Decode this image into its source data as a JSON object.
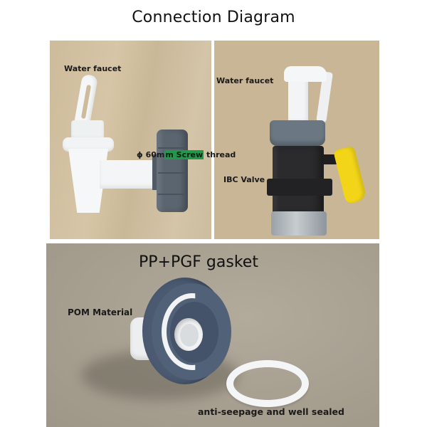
{
  "title": "Connection Diagram",
  "panels": {
    "top_left": {
      "label_faucet": "Water faucet",
      "label_thread_prefix": "ϕ 60m",
      "label_thread_highlight": "m Screw",
      "label_thread_suffix": " thread"
    },
    "top_right": {
      "label_faucet": "Water faucet",
      "label_valve": "IBC Valve"
    },
    "bottom": {
      "heading": "PP+PGF gasket",
      "label_material": "POM Material",
      "label_seal": "anti-seepage and well sealed"
    }
  },
  "colors": {
    "background": "#ffffff",
    "panel_tan": "#c8b697",
    "panel_grey": "#a69e8f",
    "highlight_green": "#1f9a4d",
    "cap_grey_blue": "#4b5a70",
    "valve_yellow": "#f2d519"
  }
}
